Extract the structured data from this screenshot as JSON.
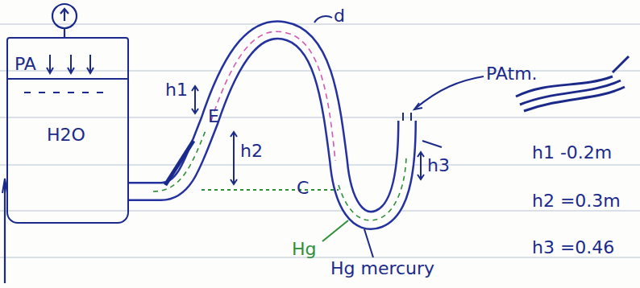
{
  "diagram": {
    "nodes": [
      {
        "text": [
          "PA",
          "H2O"
        ]
      }
    ],
    "labels": [
      "h1",
      "E",
      "h2",
      "d",
      "C",
      "PAtm.",
      "h3",
      "Hg",
      "Hg mercury",
      "h1 -0.2m",
      "h2 =0.3m",
      "h3 =0.46"
    ]
  }
}
